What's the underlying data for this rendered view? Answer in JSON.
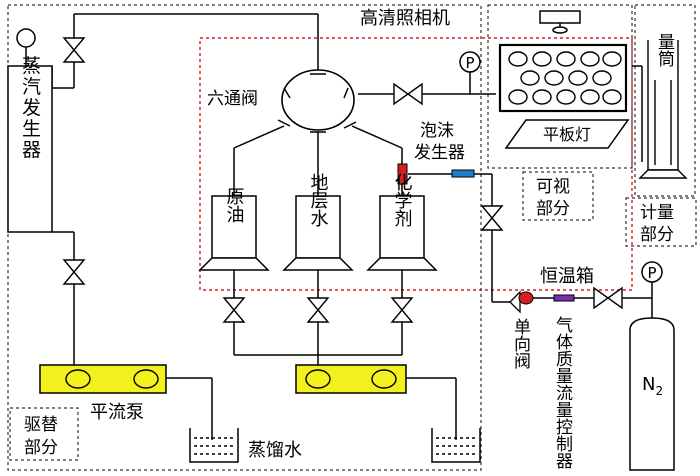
{
  "labels": {
    "steam_generator": "蒸汽发生器",
    "six_way_valve": "六通阀",
    "camera": "高清照相机",
    "cylinder": "量筒",
    "flat_lamp": "平板灯",
    "foam_generator_1": "泡沫",
    "foam_generator_2": "发生器",
    "visual_part_1": "可视",
    "visual_part_2": "部分",
    "metering_part_1": "计量",
    "metering_part_2": "部分",
    "crude_oil": "原油",
    "formation_water": "地层水",
    "chemical_agent": "化学剂",
    "thermostat": "恒温箱",
    "check_valve": "单向阀",
    "gas_mfc": "气体质量流量控制器",
    "n2": "N",
    "n2_sub": "2",
    "pump": "平流泵",
    "displacement_part_1": "驱替",
    "displacement_part_2": "部分",
    "distilled_water": "蒸馏水",
    "pressure_symbol": "P"
  },
  "colors": {
    "oven_dash": "#d42020",
    "pump_fill": "#f4f01e",
    "foam_gen": "#d42020",
    "check_valve": "#d42020",
    "mfc": "#7a2fb0",
    "blue_filter": "#1e7fd0"
  }
}
